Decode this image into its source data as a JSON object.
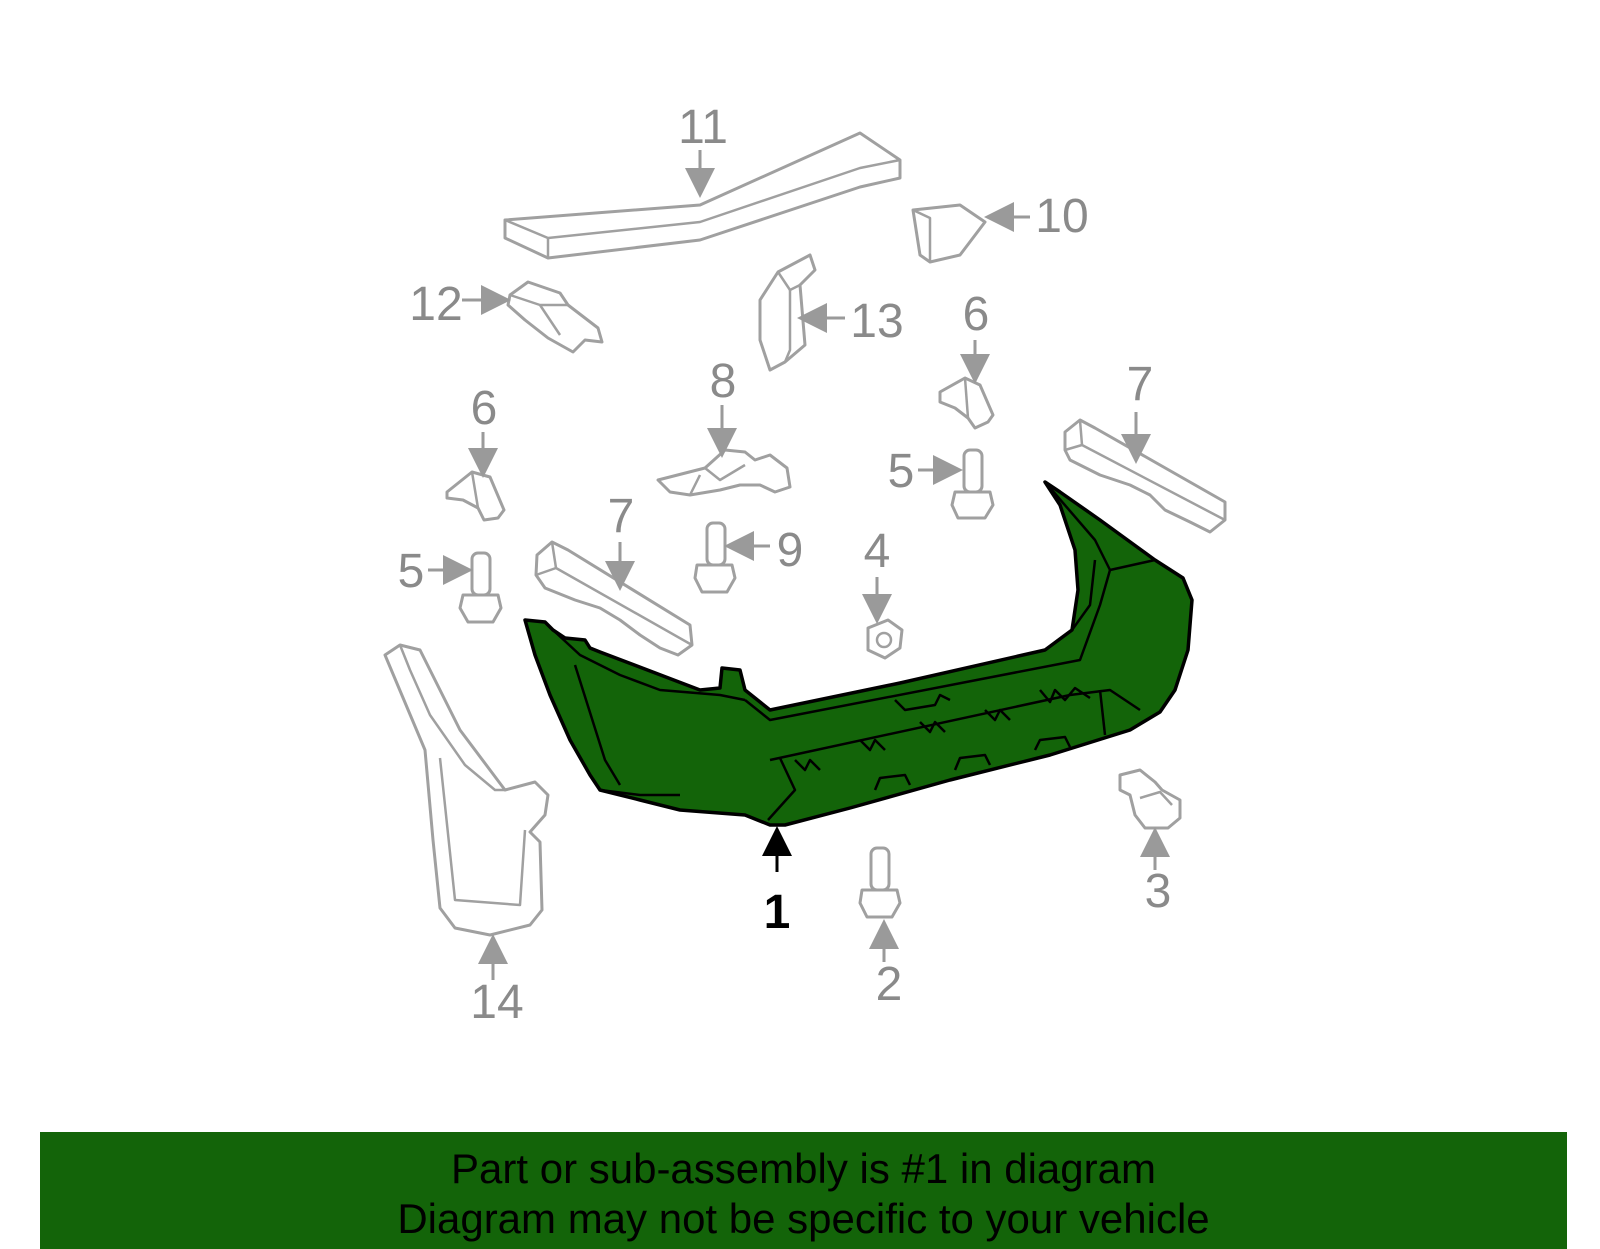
{
  "callouts": {
    "c1": "1",
    "c2": "2",
    "c3": "3",
    "c4": "4",
    "c5a": "5",
    "c5b": "5",
    "c6a": "6",
    "c6b": "6",
    "c7a": "7",
    "c7b": "7",
    "c8": "8",
    "c9": "9",
    "c10": "10",
    "c11": "11",
    "c12": "12",
    "c13": "13",
    "c14": "14"
  },
  "highlight": {
    "part_number": "1",
    "color": "#136409"
  },
  "footer": {
    "line1": "Part or sub-assembly is #1 in diagram",
    "line2": "Diagram may not be specific to your vehicle",
    "background": "#136409"
  }
}
